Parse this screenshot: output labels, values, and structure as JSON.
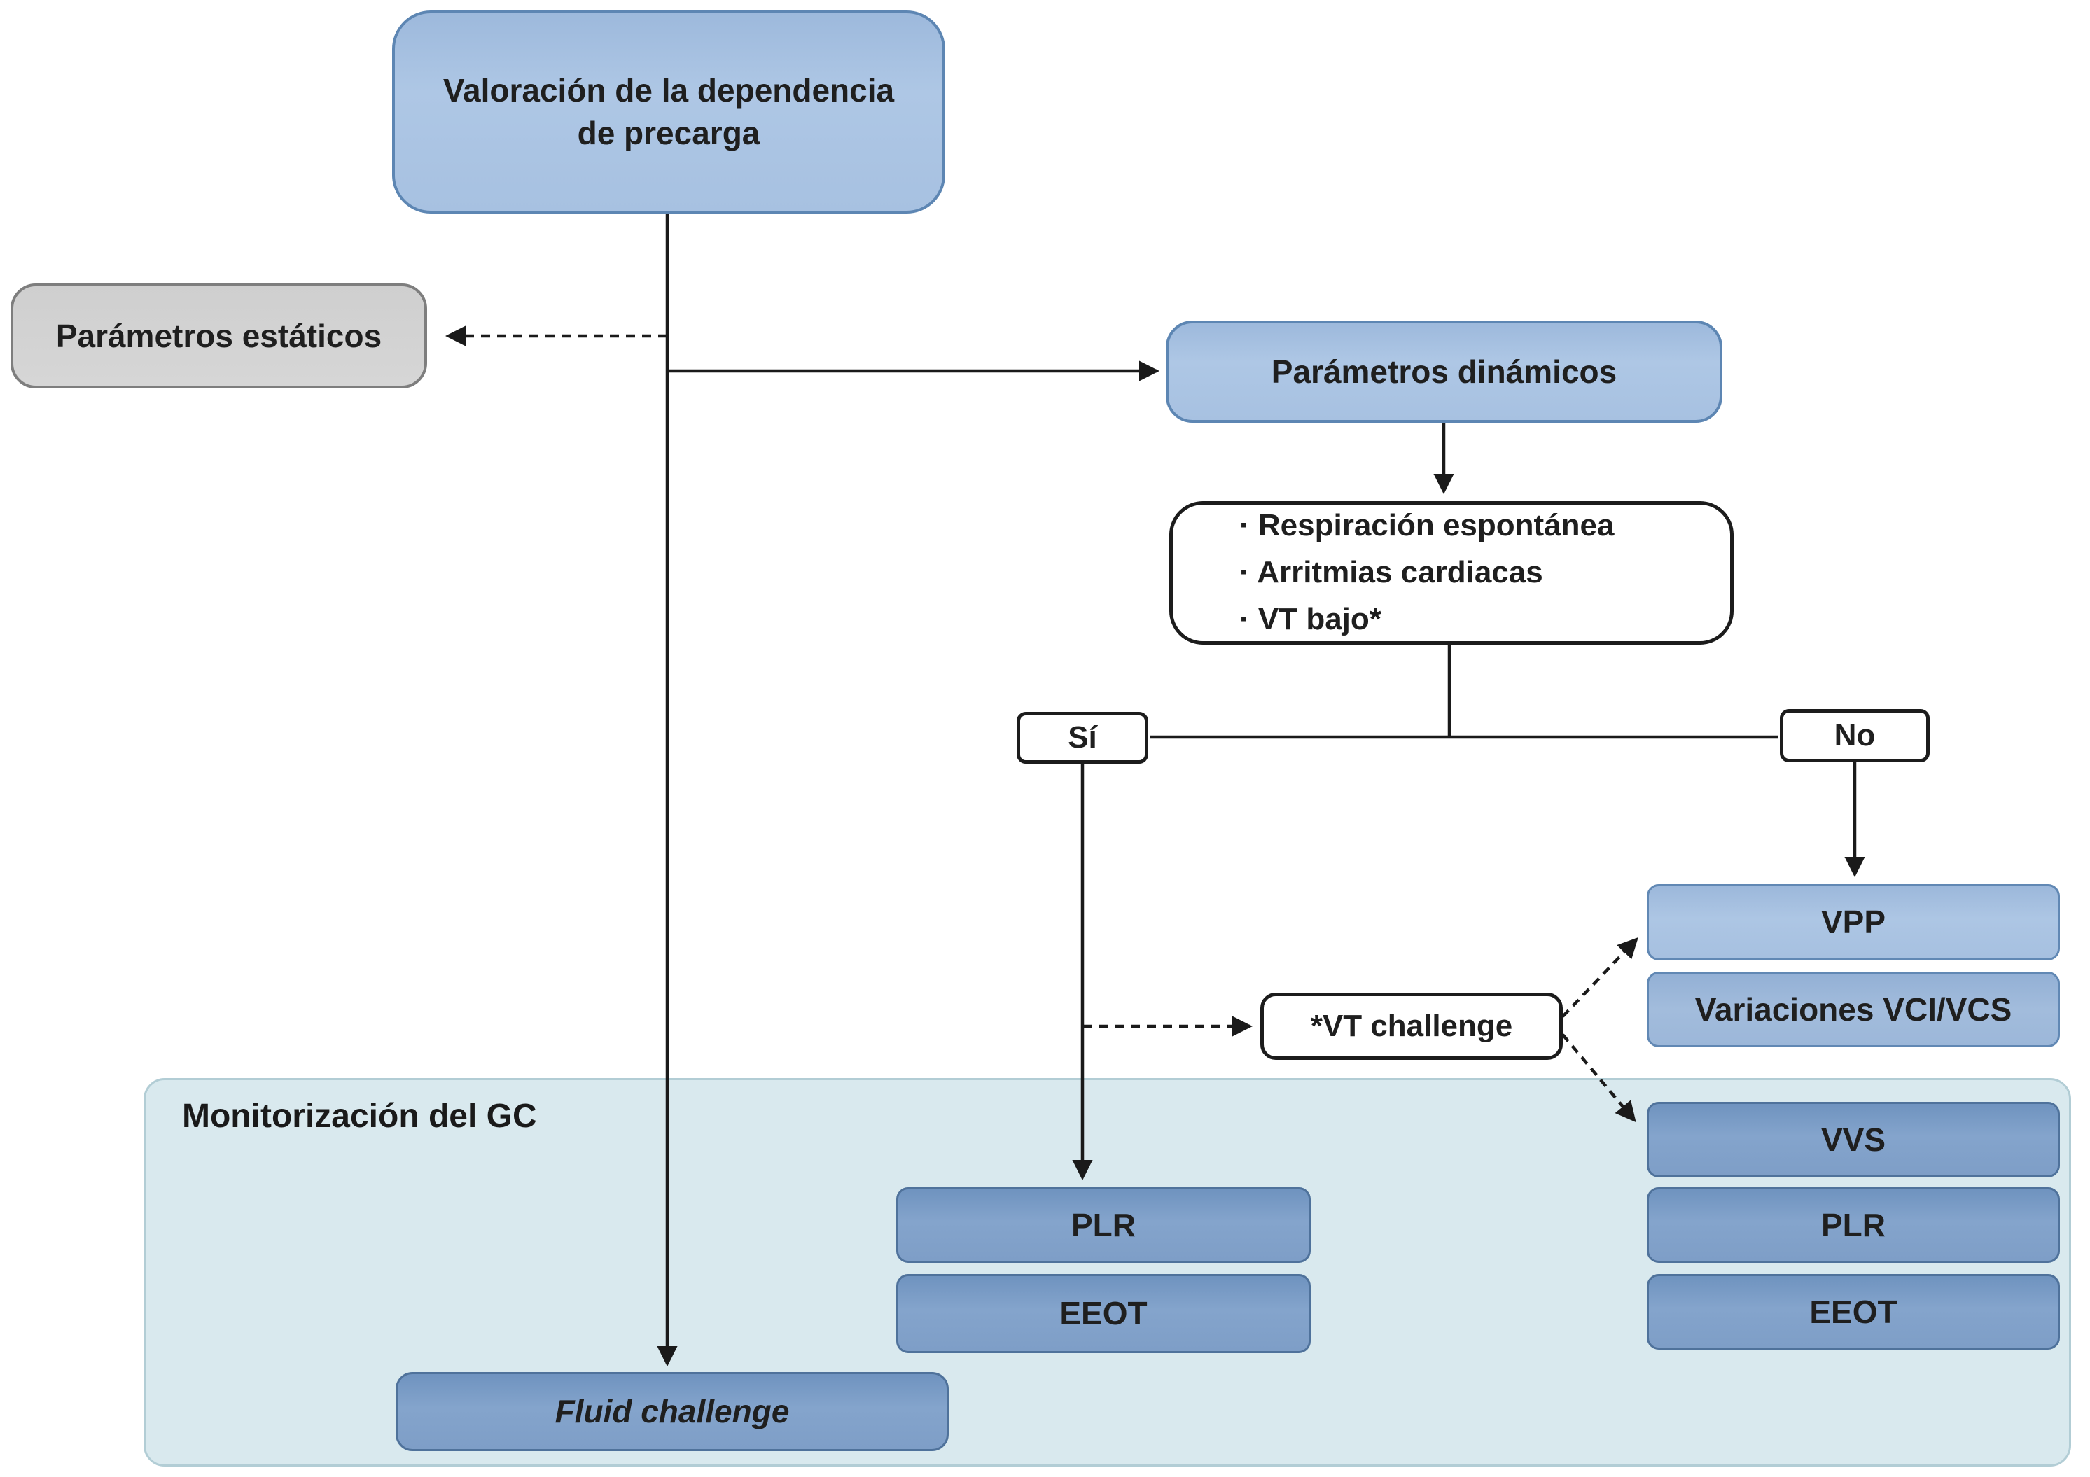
{
  "diagram": {
    "root": {
      "label": "Valoración de la dependencia de precarga"
    },
    "static_params": {
      "label": "Parámetros estáticos"
    },
    "dynamic_params": {
      "label": "Parámetros dinámicos"
    },
    "criteria": {
      "items": [
        "· Respiración espontánea",
        "· Arritmias cardiacas",
        "· VT bajo*"
      ]
    },
    "branch_yes": {
      "label": "Sí"
    },
    "branch_no": {
      "label": "No"
    },
    "vpp": {
      "label": "VPP"
    },
    "vci_vcs": {
      "label": "Variaciones VCI/VCS"
    },
    "vt_challenge": {
      "label": "*VT challenge"
    },
    "gc_monitoring": {
      "label": "Monitorización del GC"
    },
    "vvs": {
      "label": "VVS"
    },
    "plr_left": {
      "label": "PLR"
    },
    "eeot_left": {
      "label": "EEOT"
    },
    "plr_right": {
      "label": "PLR"
    },
    "eeot_right": {
      "label": "EEOT"
    },
    "fluid_challenge": {
      "label": "Fluid challenge"
    },
    "colors": {
      "light_blue_fill": "#a7c1e1",
      "light_blue_border": "#5d86b3",
      "medium_blue_fill": "#7e9ec7",
      "medium_blue_border": "#4f729b",
      "gray_fill": "#d2d2d2",
      "gray_border": "#7e7e7e",
      "container_fill": "#d9e9ee",
      "container_border": "#b2cdd5",
      "line_color": "#1a1a1a",
      "text_color": "#1f1f1f"
    }
  }
}
